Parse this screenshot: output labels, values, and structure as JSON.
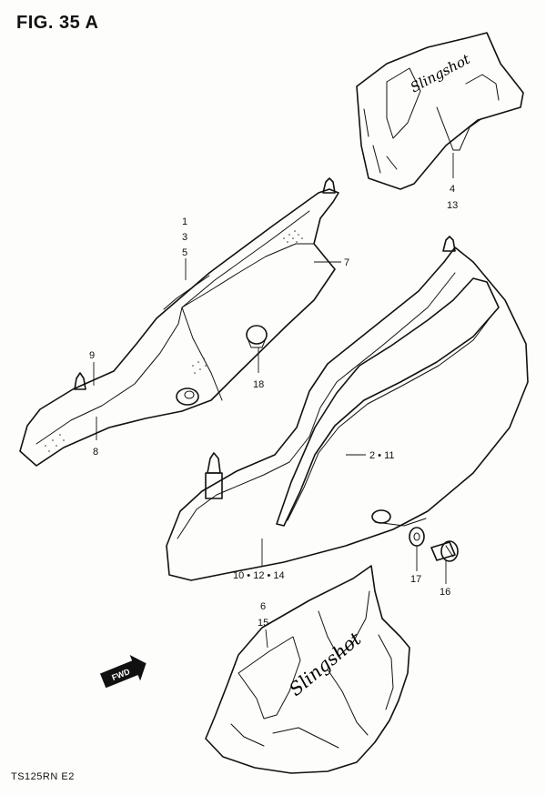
{
  "header": {
    "title": "FIG. 35 A"
  },
  "footer": {
    "model_code": "TS125RN  E2"
  },
  "fwd_badge": {
    "label": "FWD",
    "icon": "fwd-arrow-icon"
  },
  "emblem_text": "Slingshot",
  "callouts": {
    "c_1_3_5": [
      "1",
      "3",
      "5"
    ],
    "c_7": "7",
    "c_9": "9",
    "c_8": "8",
    "c_18": "18",
    "c_4_13": [
      "4",
      "13"
    ],
    "c_2_11": "2 • 11",
    "c_10_12_14": "10 • 12 • 14",
    "c_17": "17",
    "c_16": "16",
    "c_6_15": [
      "6",
      "15"
    ]
  }
}
